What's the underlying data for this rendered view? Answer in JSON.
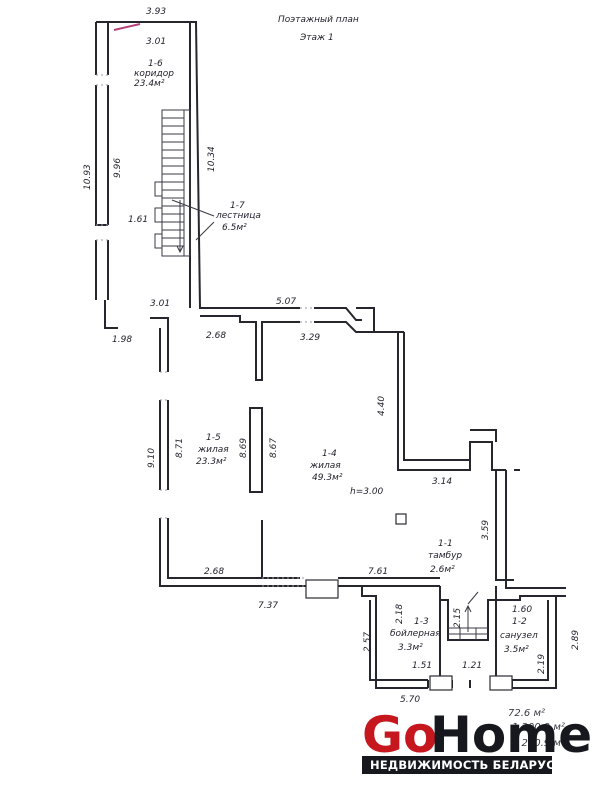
{
  "plan": {
    "title": "Поэтажный план",
    "floor": "Этаж 1",
    "height_note": "h=3.00"
  },
  "rooms": [
    {
      "id": "1-6",
      "name": "коридор",
      "area": "23.4м²"
    },
    {
      "id": "1-7",
      "name": "лестница",
      "area": "6.5м²"
    },
    {
      "id": "1-5",
      "name": "жилая",
      "area": "23.3м²"
    },
    {
      "id": "1-4",
      "name": "жилая",
      "area": "49.3м²"
    },
    {
      "id": "1-1",
      "name": "тамбур",
      "area": "2.6м²"
    },
    {
      "id": "1-3",
      "name": "бойлерная",
      "area": "3.3м²"
    },
    {
      "id": "1-2",
      "name": "санузел",
      "area": "3.5м²"
    }
  ],
  "dimensions": {
    "d_top": "3.93",
    "d_corr_width": "3.01",
    "d_left_outer": "10.93",
    "d_left_inner": "9.96",
    "d_stair_side": "1.61",
    "d_corr_length": "10.34",
    "d_corr_bottom": "3.01",
    "d_198": "1.98",
    "d_268_top": "2.68",
    "d_507": "5.07",
    "d_329": "3.29",
    "d_440": "4.40",
    "d_910": "9.10",
    "d_871": "8.71",
    "d_869": "8.69",
    "d_867": "8.67",
    "d_314": "3.14",
    "d_359": "3.59",
    "d_268_bottom": "2.68",
    "d_761": "7.61",
    "d_737": "7.37",
    "d_160": "1.60",
    "d_218": "2.18",
    "d_215": "2.15",
    "d_257": "2.57",
    "d_289": "2.89",
    "d_219": "2.19",
    "d_151": "1.51",
    "d_121": "1.21",
    "d_570": "5.70"
  },
  "totals": {
    "t1": "72.6 м²",
    "t2": "1 200.9 м²",
    "t3": "1 200.9 м²"
  },
  "brand": {
    "go": "Go",
    "home": "Home",
    "tagline": "НЕДВИЖИМОСТЬ БЕЛАРУСИ",
    "go_color": "#c6161e",
    "dark_color": "#16181d"
  },
  "colors": {
    "line": "#26262e",
    "highlight": "#b5407a"
  }
}
